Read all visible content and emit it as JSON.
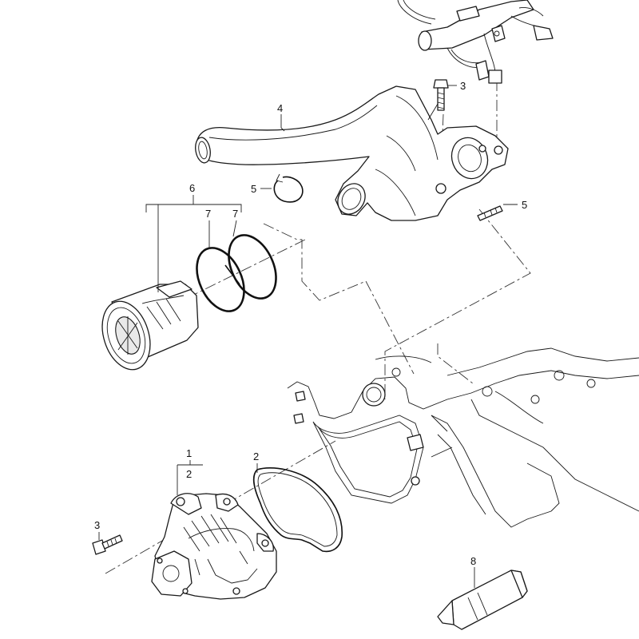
{
  "callouts": {
    "c1": "1",
    "c2a": "2",
    "c2b": "2",
    "c3a": "3",
    "c3b": "3",
    "c4": "4",
    "c5a": "5",
    "c5b": "5",
    "c6": "6",
    "c7a": "7",
    "c7b": "7",
    "c8": "8"
  }
}
